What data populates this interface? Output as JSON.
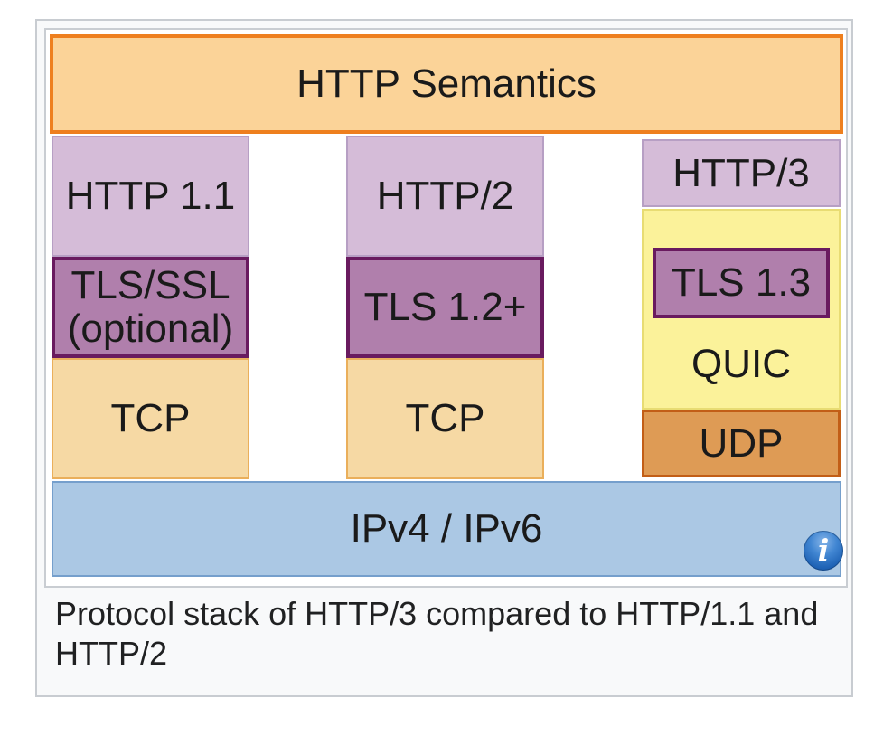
{
  "colors": {
    "frameBorder": "#c8ccd1",
    "frameBg": "#f8f9fa",
    "imageBorder": "#c9cdd2",
    "text": "#1a1a1a",
    "captionText": "#202122",
    "semanticsFill": "#fbd398",
    "semanticsBorder": "#ee7f1e",
    "httpFill": "#d5bcd8",
    "httpBorder": "#b79fc4",
    "tlsFill": "#b07fac",
    "tlsBorder": "#691a5f",
    "tcpFill": "#f6d9a4",
    "tcpBorder": "#eaaf5b",
    "quicFill": "#fbf29a",
    "quicBorder": "#e8dc73",
    "udpFill": "#de9b55",
    "udpBorder": "#c25e17",
    "ipFill": "#abc8e4",
    "ipBorder": "#759fcc",
    "infoIconBlue": "#2f6fc1"
  },
  "stack": {
    "semantics_label": "HTTP Semantics",
    "col1": {
      "http": "HTTP 1.1",
      "tls_line1": "TLS/SSL",
      "tls_line2": "(optional)",
      "transport": "TCP"
    },
    "col2": {
      "http": "HTTP/2",
      "tls": "TLS 1.2+",
      "transport": "TCP"
    },
    "col3": {
      "http": "HTTP/3",
      "tls": "TLS 1.3",
      "quic": "QUIC",
      "transport": "UDP"
    },
    "ip_label": "IPv4 / IPv6"
  },
  "info_icon": {
    "glyph": "i"
  },
  "caption": {
    "full": "Protocol stack of HTTP/3 compared to HTTP/1.1 and HTTP/2",
    "line1": "Protocol stack of HTTP/3 compared to HTTP/1.1 and",
    "line2": "HTTP/2"
  }
}
